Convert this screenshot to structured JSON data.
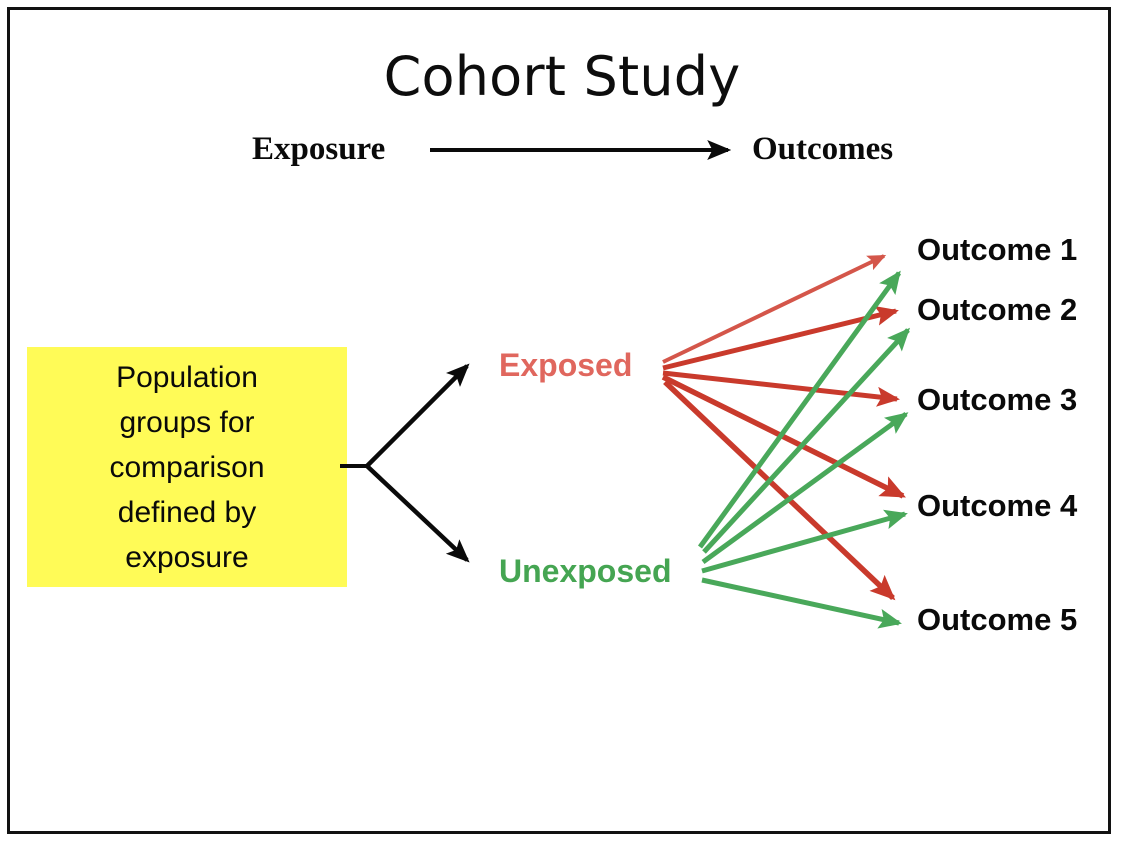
{
  "diagram": {
    "title": "Cohort Study",
    "frame": {
      "border_color": "#121212",
      "background": "#ffffff"
    },
    "direction_row": {
      "left_label": "Exposure",
      "right_label": "Outcomes",
      "arrow_name": "exposure-to-outcomes-arrow",
      "arrow_color": "#0a0a0a"
    },
    "population_box": {
      "text": "Population\ngroups for\ncomparison\ndefined by\nexposure",
      "fill_color": "#FFFB57",
      "text_color": "#0a0a0a"
    },
    "groups": [
      {
        "id": "exposed",
        "label": "Exposed",
        "color": "#E0675E"
      },
      {
        "id": "unexposed",
        "label": "Unexposed",
        "color": "#45A552"
      }
    ],
    "outcomes": [
      {
        "id": "outcome-1",
        "label": "Outcome 1"
      },
      {
        "id": "outcome-2",
        "label": "Outcome 2"
      },
      {
        "id": "outcome-3",
        "label": "Outcome 3"
      },
      {
        "id": "outcome-4",
        "label": "Outcome 4"
      },
      {
        "id": "outcome-5",
        "label": "Outcome 5"
      }
    ],
    "connections": {
      "split_arrows_color": "#0a0a0a",
      "exposed_arrows_color": "#C93A2C",
      "unexposed_arrows_color": "#49A85A",
      "exposed_to": [
        "Outcome 1",
        "Outcome 2",
        "Outcome 3",
        "Outcome 4",
        "Outcome 5"
      ],
      "unexposed_to": [
        "Outcome 1",
        "Outcome 2",
        "Outcome 3",
        "Outcome 4",
        "Outcome 5"
      ]
    }
  }
}
